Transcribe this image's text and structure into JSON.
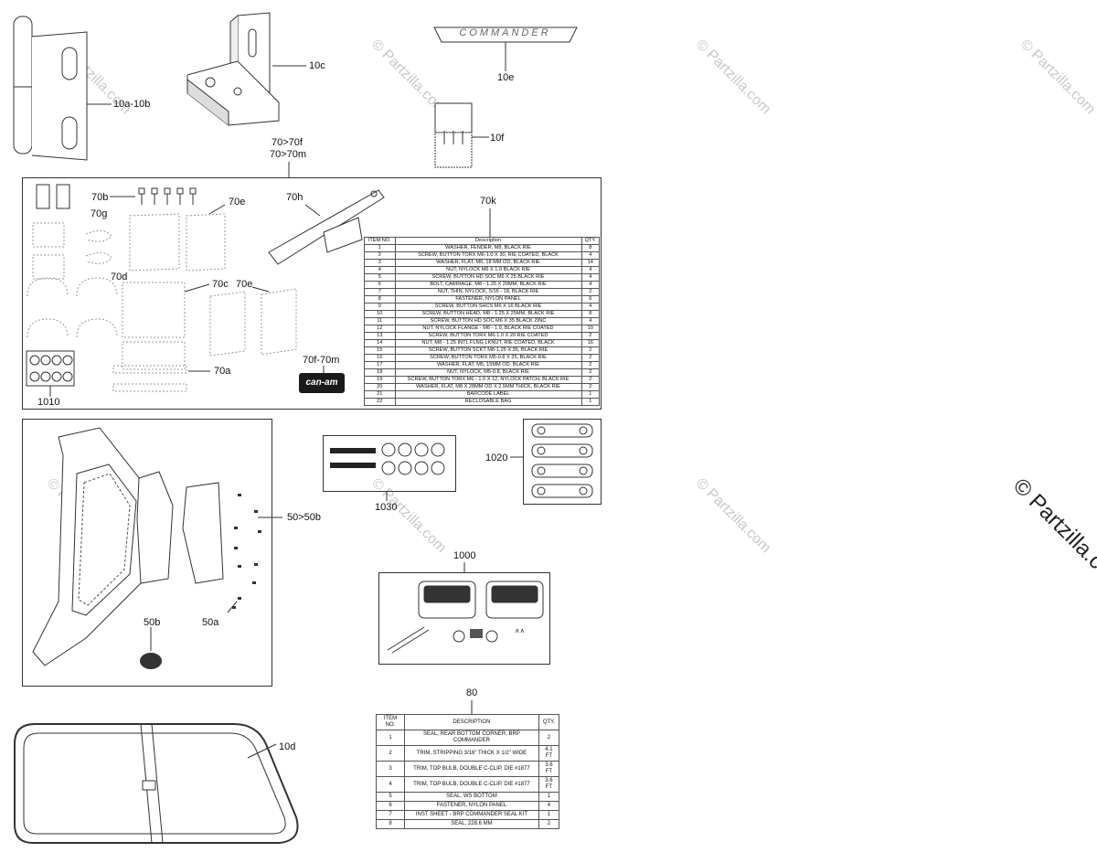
{
  "watermark": "© Partzilla.com",
  "callouts": {
    "c10a10b": "10a-10b",
    "c10c": "10c",
    "c10e": "10e",
    "c10f": "10f",
    "c70top1": "70>70f",
    "c70top2": "70>70m",
    "c70b": "70b",
    "c70g": "70g",
    "c70e_a": "70e",
    "c70h": "70h",
    "c70k": "70k",
    "c70d": "70d",
    "c70c": "70c",
    "c70e_b": "70e",
    "c70f70m": "70f-70m",
    "c70a": "70a",
    "c1010": "1010",
    "c1020": "1020",
    "c1030": "1030",
    "c50": "50>50b",
    "c50b": "50b",
    "c50a": "50a",
    "c1000": "1000",
    "c80": "80",
    "c10d": "10d"
  },
  "badge_commander": "COMMANDER",
  "badge_canam": "can-am",
  "table_70k": {
    "headers": [
      "ITEM NO.",
      "Description",
      "QTY."
    ],
    "rows": [
      [
        "1",
        "WASHER, FENDER, M8, BLACK RIE",
        "8"
      ],
      [
        "2",
        "SCREW, BUTTON TORX M6-1.0 X 30, RIE COATED, BLACK",
        "4"
      ],
      [
        "3",
        "WASHER, FLAT, M6, 18 MM OD, BLACK RIE",
        "14"
      ],
      [
        "4",
        "NUT, NYLOCK M6 X 1.0 BLACK RIE",
        "4"
      ],
      [
        "5",
        "SCREW, BUTTON HD SOC M6 X 25 BLACK RIE",
        "4"
      ],
      [
        "6",
        "BOLT, CARRIAGE, M8 - 1.25 X 20MM, BLACK RIE",
        "4"
      ],
      [
        "7",
        "NUT, THIN, NYLOCK, 5/16 - 18, BLACK RIE",
        "2"
      ],
      [
        "8",
        "FASTENER, NYLON PANEL",
        "6"
      ],
      [
        "9",
        "SCREW, BUTTON SHCS M6 X 16 BLACK RIE",
        "4"
      ],
      [
        "10",
        "SCREW, BUTTON HEAD, M8 - 1.25 X 25MM, BLACK RIE",
        "8"
      ],
      [
        "11",
        "SCREW, BUTTON HD SOC M6 X 35 BLACK ZINC",
        "4"
      ],
      [
        "12",
        "NUT, NYLOCK FLANGE - M6 - 1.0, BLACK RIE COATED",
        "10"
      ],
      [
        "13",
        "SCREW, BUTTON TORX M6-1.0 X 20 RIE COATED",
        "2"
      ],
      [
        "14",
        "NUT, M8 - 1.25 INTL FLNG LKNUT, RIE COATED, BLACK",
        "16"
      ],
      [
        "15",
        "SCREW, BUTTON SCKT M8-1.25 X 35, BLACK RIE",
        "2"
      ],
      [
        "16",
        "SCREW, BUTTON TORX M5-0.8 X 25, BLACK RIE",
        "2"
      ],
      [
        "17",
        "WASHER, FLAT, M5, 15MM OD, BLACK RIE",
        "2"
      ],
      [
        "18",
        "NUT, NYLOCK, M5-0.8, BLACK RIE",
        "2"
      ],
      [
        "19",
        "SCREW, BUTTON TORX M6 - 1.0 X 12, NYLOCK PATCH, BLACK RIE",
        "2"
      ],
      [
        "20",
        "WASHER, FLAT, M8 X 28MM OD X 2.5MM THICK, BLACK RIE",
        "2"
      ],
      [
        "21",
        "BARCODE LABEL",
        "1"
      ],
      [
        "22",
        "RECLOSABLE BAG",
        "1"
      ]
    ]
  },
  "table_80": {
    "headers": [
      "ITEM NO.",
      "DESCRIPTION",
      "QTY."
    ],
    "rows": [
      [
        "1",
        "SEAL, REAR BOTTOM CORNER, BRP COMMANDER",
        "2"
      ],
      [
        "2",
        "TRIM, STRIPPING 3/16\" THICK X 1/2\" WIDE",
        "4.1 FT"
      ],
      [
        "3",
        "TRIM, TOP BULB, DOUBLE C-CLIP, DIE #1877",
        "3.6 FT"
      ],
      [
        "4",
        "TRIM, TOP BULB, DOUBLE C-CLIP, DIE #1877",
        "3.6 FT"
      ],
      [
        "5",
        "SEAL, WS BOTTOM",
        "1"
      ],
      [
        "6",
        "FASTENER, NYLON PANEL",
        "4"
      ],
      [
        "7",
        "INST SHEET - BRP COMMANDER SEAL KIT",
        "1"
      ],
      [
        "8",
        "SEAL, 228.6 MM",
        "2"
      ]
    ]
  }
}
